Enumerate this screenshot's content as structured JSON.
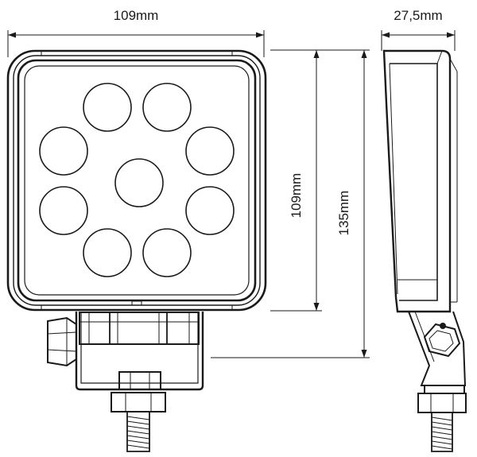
{
  "dimensions": {
    "width_front": "109mm",
    "depth_side": "27,5mm",
    "height_housing": "109mm",
    "height_total": "135mm"
  },
  "colors": {
    "line": "#1a1a1a",
    "background": "#ffffff"
  },
  "led_count": 9
}
